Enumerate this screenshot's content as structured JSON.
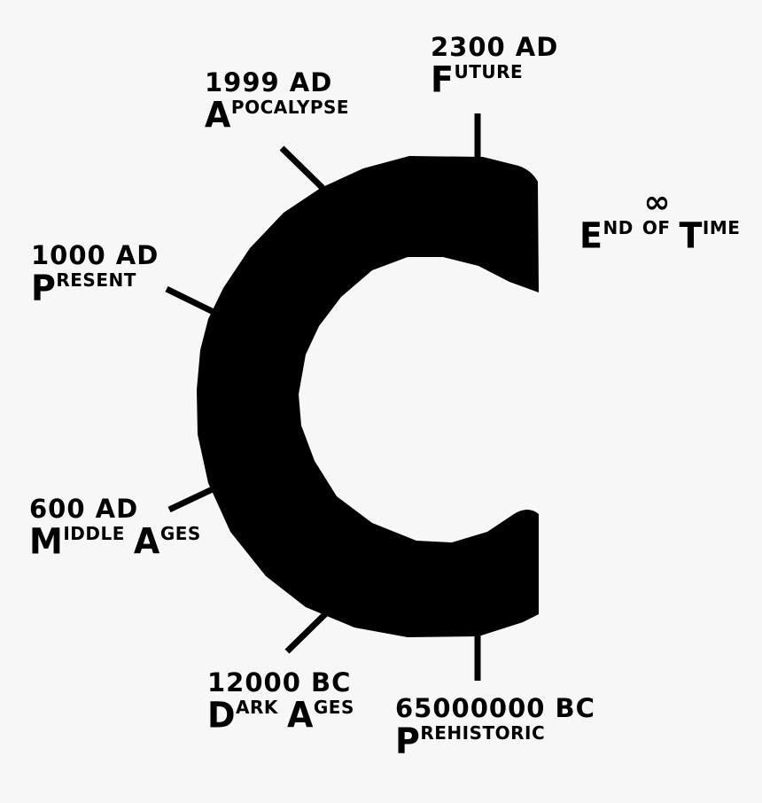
{
  "diagram": {
    "type": "timeline-ring",
    "shape": "C",
    "background": "#f7f7f7",
    "color": "#000000"
  },
  "markers": [
    {
      "id": "future",
      "year": "2300 AD",
      "era": {
        "words": [
          {
            "cap": "F",
            "rest": "uture"
          }
        ]
      }
    },
    {
      "id": "apocalypse",
      "year": "1999 AD",
      "era": {
        "words": [
          {
            "cap": "A",
            "rest": "pocalypse"
          }
        ]
      }
    },
    {
      "id": "present",
      "year": "1000 AD",
      "era": {
        "words": [
          {
            "cap": "P",
            "rest": "resent"
          }
        ]
      }
    },
    {
      "id": "middle-ages",
      "year": "600 AD",
      "era": {
        "words": [
          {
            "cap": "M",
            "rest": "iddle"
          },
          {
            "cap": "A",
            "rest": "ges"
          }
        ]
      }
    },
    {
      "id": "dark-ages",
      "year": "12000 BC",
      "era": {
        "words": [
          {
            "cap": "D",
            "rest": "ark"
          },
          {
            "cap": "A",
            "rest": "ges"
          }
        ]
      }
    },
    {
      "id": "prehistoric",
      "year": "65000000 BC",
      "era": {
        "words": [
          {
            "cap": "P",
            "rest": "rehistoric"
          }
        ]
      }
    }
  ],
  "end_of_time": {
    "symbol": "∞",
    "era": {
      "words": [
        {
          "cap": "E",
          "rest": "nd"
        },
        {
          "cap": "",
          "rest": "of"
        },
        {
          "cap": "T",
          "rest": "ime"
        }
      ]
    }
  }
}
